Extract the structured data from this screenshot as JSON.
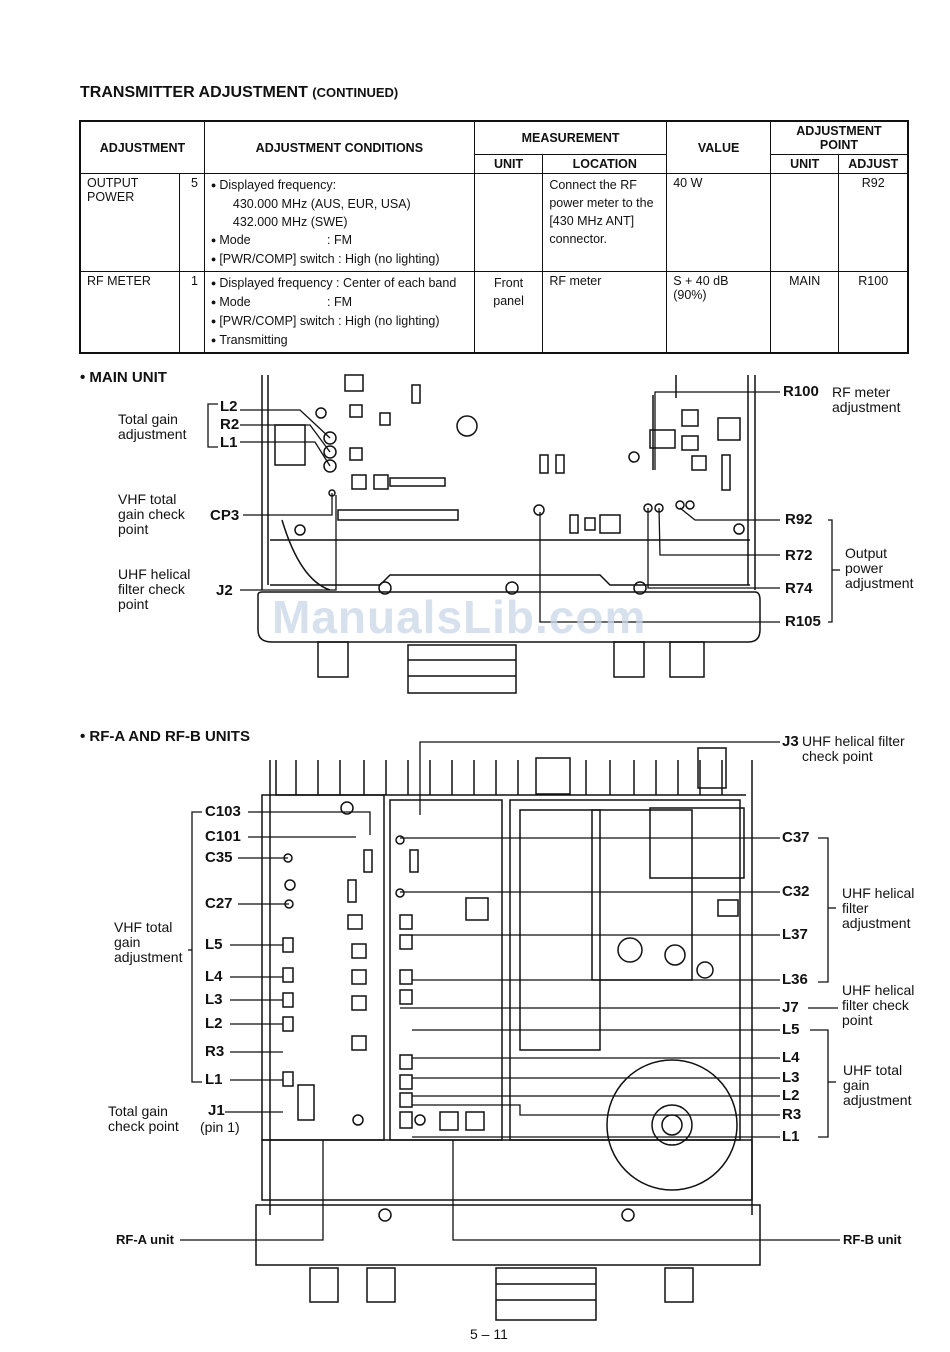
{
  "heading": {
    "main": "TRANSMITTER ADJUSTMENT",
    "suffix": "(CONTINUED)"
  },
  "table": {
    "headers": {
      "adjustment": "ADJUSTMENT",
      "conditions": "ADJUSTMENT CONDITIONS",
      "measurement": "MEASUREMENT",
      "unit": "UNIT",
      "location": "LOCATION",
      "value": "VALUE",
      "adj_point": "ADJUSTMENT POINT",
      "adj_unit": "UNIT",
      "adjust": "ADJUST"
    },
    "rows": [
      {
        "adjustment": "OUTPUT POWER",
        "step": "5",
        "conditions": [
          "Displayed frequency:",
          "430.000 MHz (AUS, EUR, USA)",
          "432.000 MHz (SWE)",
          "Mode                      : FM",
          "[PWR/COMP] switch : High (no lighting)"
        ],
        "unit": "",
        "location": "Connect the RF power meter to the [430 MHz ANT] connector.",
        "value": "40 W",
        "adj_unit": "",
        "adjust": "R92"
      },
      {
        "adjustment": "RF METER",
        "step": "1",
        "conditions": [
          "Displayed frequency : Center of each band",
          "Mode                      : FM",
          "[PWR/COMP] switch : High (no lighting)",
          "Transmitting"
        ],
        "unit": "Front panel",
        "location": "RF meter",
        "value": "S + 40 dB (90%)",
        "adj_unit": "MAIN",
        "adjust": "R100"
      }
    ]
  },
  "main_unit": {
    "title": "• MAIN UNIT",
    "total_gain": "Total gain adjustment",
    "vhf_check": "VHF total gain check point",
    "uhf_helical": "UHF helical filter check point",
    "refs_left": [
      "L2",
      "R2",
      "L1",
      "CP3",
      "J2"
    ],
    "refs_right": [
      "R100",
      "R92",
      "R72",
      "R74",
      "R105"
    ],
    "rf_meter_adj": "RF meter adjustment",
    "output_power_adj": "Output power adjustment"
  },
  "rf_units": {
    "title": "• RF-A AND RF-B UNITS",
    "left_refs": [
      "C103",
      "C101",
      "C35",
      "C27",
      "L5",
      "L4",
      "L3",
      "L2",
      "R3",
      "L1",
      "J1"
    ],
    "vhf_total": "VHF total gain adjustment",
    "total_gain_check": "Total gain check point",
    "pin1": "(pin 1)",
    "j3": "J3",
    "j3_text": "UHF helical filter check point",
    "right_refs": [
      "C37",
      "C32",
      "L37",
      "L36",
      "J7",
      "L5",
      "L4",
      "L3",
      "L2",
      "R3",
      "L1"
    ],
    "uhf_helical_adj": "UHF helical filter adjustment",
    "uhf_helical_check": "UHF helical filter check point",
    "uhf_total": "UHF total gain adjustment",
    "rfa_label": "RF-A unit",
    "rfb_label": "RF-B unit"
  },
  "watermark": "ManualsLib.com",
  "page_number": "5 – 11"
}
